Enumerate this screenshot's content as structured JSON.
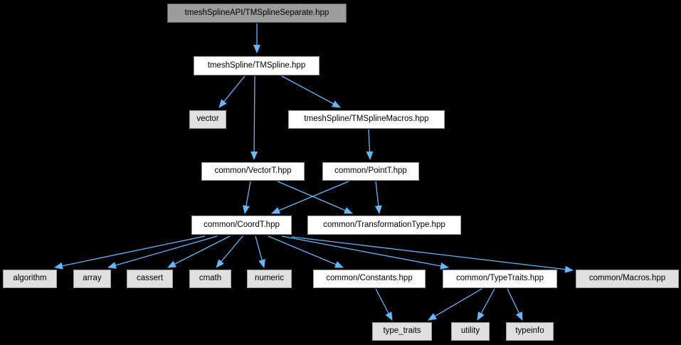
{
  "diagram": {
    "type": "include-dependency-graph",
    "colors": {
      "background": "#000000",
      "edge": "#63b8ff",
      "file_node_fill": "#ffffff",
      "leaf_node_fill": "#e0e0e0",
      "root_node_fill": "#9c9c9c",
      "node_border": "#9a9a9a",
      "text": "#000000"
    },
    "nodes": [
      {
        "id": "root",
        "label": "tmeshSplineAPI/TMSplineSeparate.hpp",
        "style": "root"
      },
      {
        "id": "tmspline",
        "label": "tmeshSpline/TMSpline.hpp",
        "style": "file"
      },
      {
        "id": "vector",
        "label": "vector",
        "style": "leaf"
      },
      {
        "id": "tmsplinemacros",
        "label": "tmeshSpline/TMSplineMacros.hpp",
        "style": "file"
      },
      {
        "id": "vectort",
        "label": "common/VectorT.hpp",
        "style": "file"
      },
      {
        "id": "pointt",
        "label": "common/PointT.hpp",
        "style": "file"
      },
      {
        "id": "coordt",
        "label": "common/CoordT.hpp",
        "style": "file"
      },
      {
        "id": "transformationtype",
        "label": "common/TransformationType.hpp",
        "style": "file"
      },
      {
        "id": "algorithm",
        "label": "algorithm",
        "style": "leaf"
      },
      {
        "id": "array",
        "label": "array",
        "style": "leaf"
      },
      {
        "id": "cassert",
        "label": "cassert",
        "style": "leaf"
      },
      {
        "id": "cmath",
        "label": "cmath",
        "style": "leaf"
      },
      {
        "id": "numeric",
        "label": "numeric",
        "style": "leaf"
      },
      {
        "id": "constants",
        "label": "common/Constants.hpp",
        "style": "file"
      },
      {
        "id": "typetraits",
        "label": "common/TypeTraits.hpp",
        "style": "file"
      },
      {
        "id": "macros",
        "label": "common/Macros.hpp",
        "style": "leaf"
      },
      {
        "id": "type_traits",
        "label": "type_traits",
        "style": "leaf"
      },
      {
        "id": "utility",
        "label": "utility",
        "style": "leaf"
      },
      {
        "id": "typeinfo",
        "label": "typeinfo",
        "style": "leaf"
      }
    ],
    "edges": [
      {
        "from": "root",
        "to": "tmspline"
      },
      {
        "from": "tmspline",
        "to": "vector"
      },
      {
        "from": "tmspline",
        "to": "vectort"
      },
      {
        "from": "tmspline",
        "to": "tmsplinemacros"
      },
      {
        "from": "tmsplinemacros",
        "to": "pointt"
      },
      {
        "from": "vectort",
        "to": "coordt"
      },
      {
        "from": "vectort",
        "to": "transformationtype"
      },
      {
        "from": "pointt",
        "to": "coordt"
      },
      {
        "from": "pointt",
        "to": "transformationtype"
      },
      {
        "from": "coordt",
        "to": "algorithm"
      },
      {
        "from": "coordt",
        "to": "array"
      },
      {
        "from": "coordt",
        "to": "cassert"
      },
      {
        "from": "coordt",
        "to": "cmath"
      },
      {
        "from": "coordt",
        "to": "numeric"
      },
      {
        "from": "coordt",
        "to": "constants"
      },
      {
        "from": "coordt",
        "to": "typetraits"
      },
      {
        "from": "coordt",
        "to": "macros"
      },
      {
        "from": "constants",
        "to": "type_traits"
      },
      {
        "from": "typetraits",
        "to": "type_traits"
      },
      {
        "from": "typetraits",
        "to": "utility"
      },
      {
        "from": "typetraits",
        "to": "typeinfo"
      }
    ]
  }
}
